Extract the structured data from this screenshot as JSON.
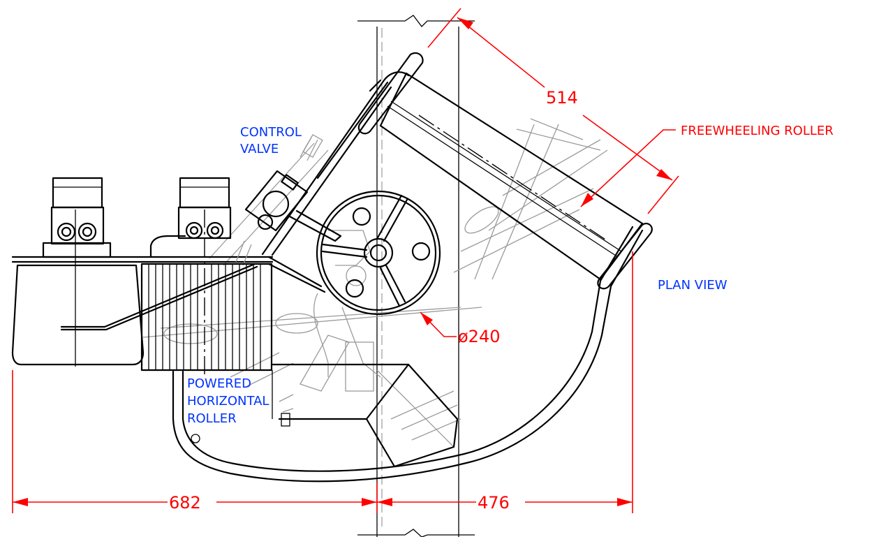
{
  "labels": {
    "control_valve_line1": "CONTROL",
    "control_valve_line2": "VALVE",
    "freewheeling_roller": "FREEWHEELING ROLLER",
    "plan_view": "PLAN VIEW",
    "powered_line1": "POWERED",
    "powered_line2": "HORIZONTAL",
    "powered_line3": "ROLLER"
  },
  "dimensions": {
    "roller_length": "514",
    "roller_diameter": "ø240",
    "left_width": "682",
    "right_width": "476"
  },
  "colors": {
    "line": "#000000",
    "dimension": "#ff0000",
    "annotation": "#0033ff",
    "hidden": "#9a9a9a"
  }
}
